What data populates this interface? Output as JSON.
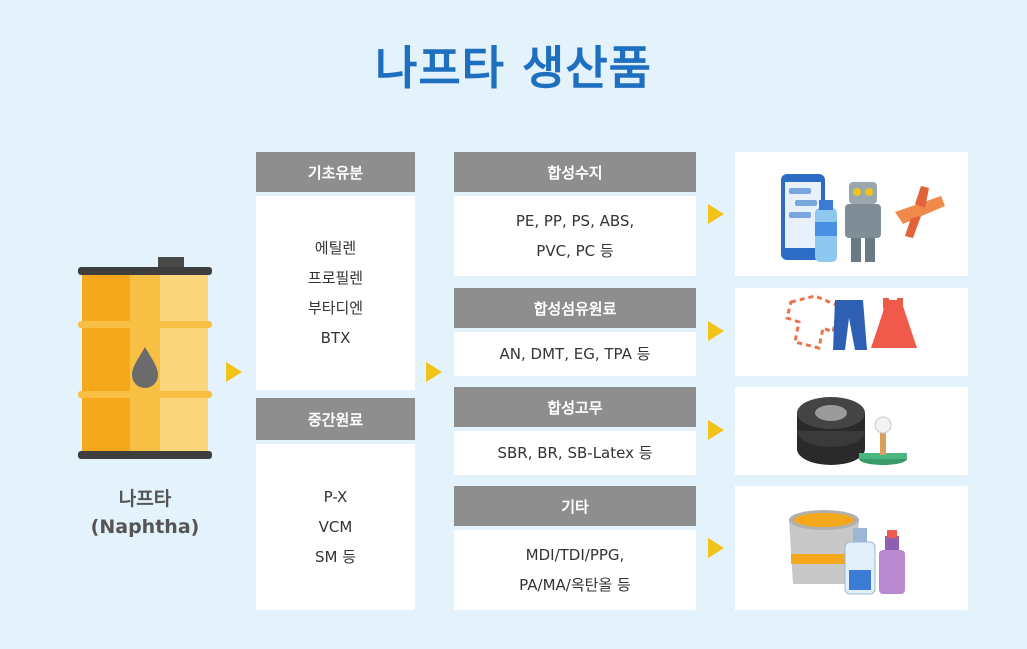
{
  "title": "나프타 생산품",
  "source": {
    "name": "나프타",
    "name_en": "(Naphtha)"
  },
  "column1": [
    {
      "header": "기초유분",
      "lines": [
        "에틸렌",
        "프로필렌",
        "부타디엔",
        "BTX"
      ]
    },
    {
      "header": "중간원료",
      "lines": [
        "P-X",
        "VCM",
        "SM 등"
      ]
    }
  ],
  "column2": [
    {
      "header": "합성수지",
      "lines": [
        "PE, PP, PS, ABS,",
        "PVC, PC 등"
      ],
      "image": "phone-bottle-robot-plane-icon"
    },
    {
      "header": "합성섬유원료",
      "lines": [
        "AN, DMT, EG, TPA 등"
      ],
      "image": "clothes-icon"
    },
    {
      "header": "합성고무",
      "lines": [
        "SBR, BR, SB-Latex  등"
      ],
      "image": "tires-and-golf-tee-icon"
    },
    {
      "header": "기타",
      "lines": [
        "MDI/TDI/PPG,",
        "PA/MA/옥탄올 등"
      ],
      "image": "paint-bucket-and-bottles-icon"
    }
  ],
  "colors": {
    "title": "#1f6fc0",
    "header": "#8e8e8e",
    "arrow": "#f2c318",
    "background": "#e3f2fb",
    "barrel": "#f6a81c"
  }
}
